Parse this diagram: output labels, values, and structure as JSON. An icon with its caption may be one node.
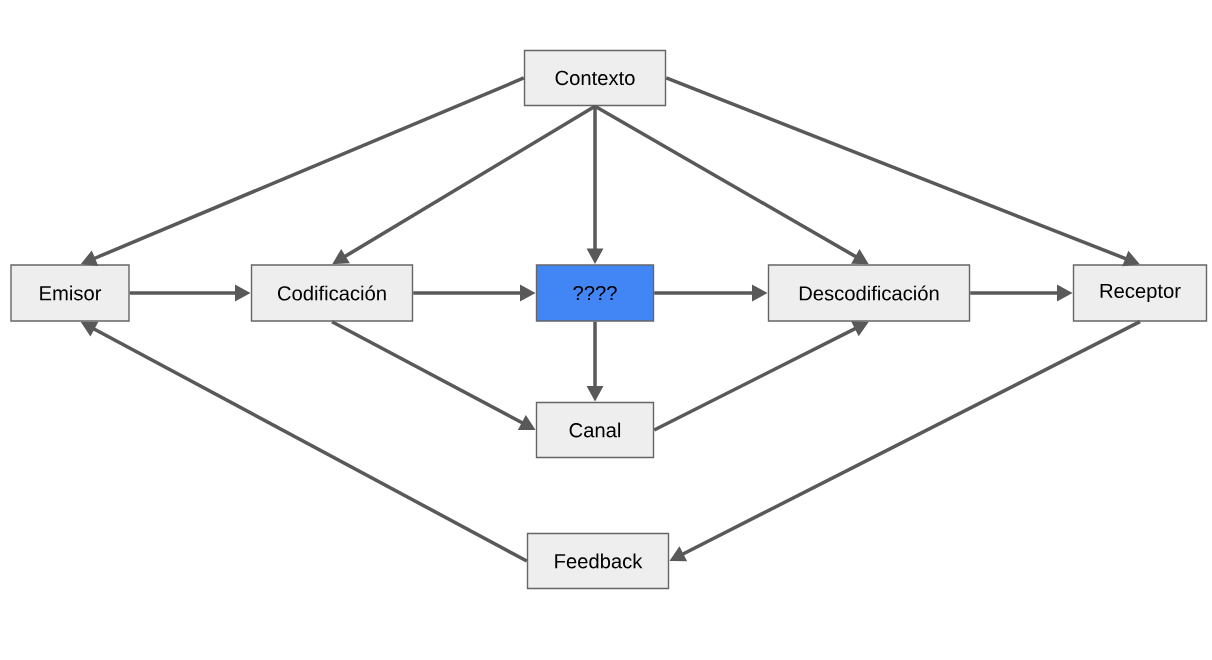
{
  "diagram": {
    "nodes": [
      {
        "text": [
          "Contexto"
        ]
      },
      {
        "text": [
          "Emisor"
        ]
      },
      {
        "text": [
          "Codificación"
        ]
      },
      {
        "text": [
          "????"
        ]
      },
      {
        "text": [
          "Descodificación"
        ]
      },
      {
        "text": [
          "Receptor"
        ]
      },
      {
        "text": [
          "Canal"
        ]
      },
      {
        "text": [
          "Feedback"
        ]
      }
    ],
    "edges": [
      {
        "from": 0,
        "to": 1,
        "arrow": "to"
      },
      {
        "from": 0,
        "to": 2,
        "arrow": "to"
      },
      {
        "from": 0,
        "to": 3,
        "arrow": "to"
      },
      {
        "from": 0,
        "to": 4,
        "arrow": "to"
      },
      {
        "from": 0,
        "to": 5,
        "arrow": "to"
      },
      {
        "from": 1,
        "to": 2,
        "arrow": "to"
      },
      {
        "from": 2,
        "to": 3,
        "arrow": "to"
      },
      {
        "from": 3,
        "to": 4,
        "arrow": "to"
      },
      {
        "from": 4,
        "to": 5,
        "arrow": "to"
      },
      {
        "from": 2,
        "to": 6,
        "arrow": "to"
      },
      {
        "from": 3,
        "to": 6,
        "arrow": "to"
      },
      {
        "from": 6,
        "to": 4,
        "arrow": "to"
      },
      {
        "from": 5,
        "to": 7,
        "arrow": "to"
      },
      {
        "from": 7,
        "to": 1,
        "arrow": "to"
      }
    ]
  }
}
